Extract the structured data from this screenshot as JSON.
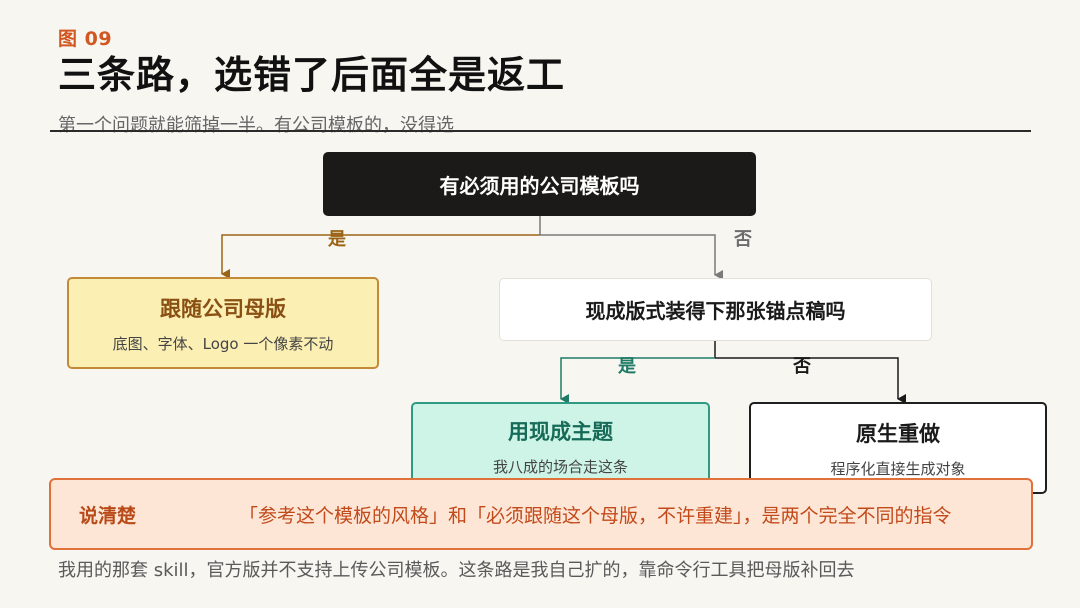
{
  "header": {
    "figure_label": "图 09",
    "title": "三条路，选错了后面全是返工",
    "subtitle": "第一个问题就能筛掉一半。有公司模板的，没得选"
  },
  "diagram": {
    "root_question": "有必须用的公司模板吗",
    "root_yes": "是",
    "root_no": "否",
    "second_question": "现成版式装得下那张锚点稿吗",
    "second_yes": "是",
    "second_no": "否",
    "outcomes": {
      "follow_template": {
        "title": "跟随公司母版",
        "subtitle": "底图、字体、Logo 一个像素不动"
      },
      "use_theme": {
        "title": "用现成主题",
        "subtitle": "我八成的场合走这条"
      },
      "native_redo": {
        "title": "原生重做",
        "subtitle": "程序化直接生成对象"
      }
    },
    "colors": {
      "yes_branch_1": "#9a6416",
      "no_branch_1": "#7a7a7a",
      "yes_branch_2": "#1e7b66",
      "no_branch_2": "#1a1a1a"
    }
  },
  "callout": {
    "label": "说清楚",
    "text": "「参考这个模板的风格」和「必须跟随这个母版，不许重建」，是两个完全不同的指令"
  },
  "footer": {
    "text": "我用的那套 skill，官方版并不支持上传公司模板。这条路是我自己扩的，靠命令行工具把母版补回去"
  }
}
